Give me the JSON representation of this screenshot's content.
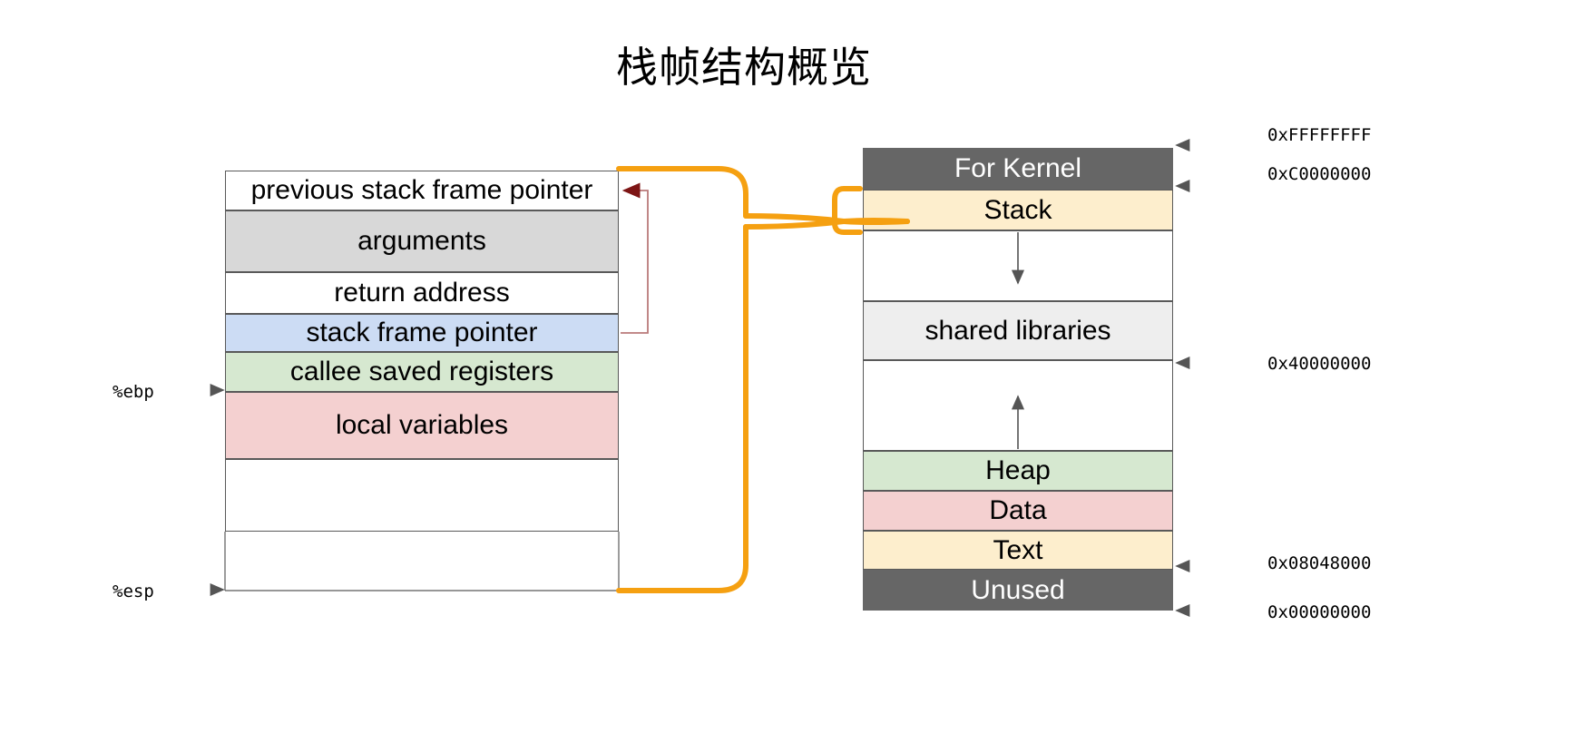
{
  "title": "栈帧结构概览",
  "colors": {
    "kernel_gray": "#666666",
    "stack_cream": "#fdeecd",
    "heap_green": "#d6e8d0",
    "data_pink": "#f4d0d0",
    "shared_light": "#eeeeee",
    "args_gray": "#d8d8d8",
    "sfp_blue": "#ccdcf4",
    "border": "#595959",
    "connector_orange": "#f5a011",
    "pointer_red": "#8b1a1a",
    "arrow_gray": "#555555",
    "page_background": "#ffffff"
  },
  "stack_frame": {
    "name": "stack-frame-diagram",
    "rows": [
      {
        "label": "previous stack frame pointer",
        "fill": "#ffffff"
      },
      {
        "label": "arguments",
        "fill": "#d8d8d8"
      },
      {
        "label": "return address",
        "fill": "#ffffff"
      },
      {
        "label": "stack frame pointer",
        "fill": "#ccdcf4"
      },
      {
        "label": "callee saved registers",
        "fill": "#d6e8d0"
      },
      {
        "label": "local variables",
        "fill": "#f4d0d0"
      },
      {
        "label": "",
        "fill": "#ffffff"
      }
    ],
    "registers": [
      {
        "name": "ebp-pointer",
        "label": "%ebp"
      },
      {
        "name": "esp-pointer",
        "label": "%esp"
      }
    ]
  },
  "memory_layout": {
    "name": "process-memory-layout",
    "regions": [
      {
        "label": "For Kernel",
        "fill": "#666666",
        "text_color": "#ffffff"
      },
      {
        "label": "Stack",
        "fill": "#fdeecd",
        "text_color": "#000000"
      },
      {
        "label": "",
        "fill": "#ffffff",
        "text_color": "#000000"
      },
      {
        "label": "shared libraries",
        "fill": "#eeeeee",
        "text_color": "#000000"
      },
      {
        "label": "",
        "fill": "#ffffff",
        "text_color": "#000000"
      },
      {
        "label": "Heap",
        "fill": "#d6e8d0",
        "text_color": "#000000"
      },
      {
        "label": "Data",
        "fill": "#f4d0d0",
        "text_color": "#000000"
      },
      {
        "label": "Text",
        "fill": "#fdeecd",
        "text_color": "#000000"
      },
      {
        "label": "Unused",
        "fill": "#666666",
        "text_color": "#ffffff"
      }
    ],
    "addresses": [
      {
        "name": "address-top",
        "label": "0xFFFFFFFF"
      },
      {
        "name": "address-kernel-base",
        "label": "0xC0000000"
      },
      {
        "name": "address-mmap-base",
        "label": "0x40000000"
      },
      {
        "name": "address-text-base",
        "label": "0x08048000"
      },
      {
        "name": "address-zero",
        "label": "0x00000000"
      }
    ],
    "growth_arrows": [
      {
        "name": "stack-grows-down-arrow",
        "direction": "down"
      },
      {
        "name": "heap-grows-up-arrow",
        "direction": "up"
      }
    ]
  }
}
